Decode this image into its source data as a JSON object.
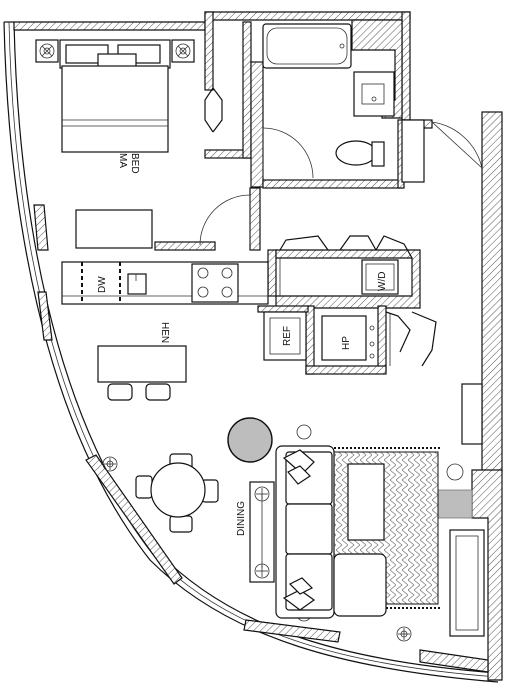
{
  "rooms": {
    "master_bedroom": [
      "MA",
      "BED"
    ],
    "kitchen": "HEN",
    "dining": "DINING"
  },
  "appliances": {
    "dishwasher": "DW",
    "washer_dryer": "W/D",
    "refrigerator": "REF",
    "heat_pump": "HP"
  }
}
